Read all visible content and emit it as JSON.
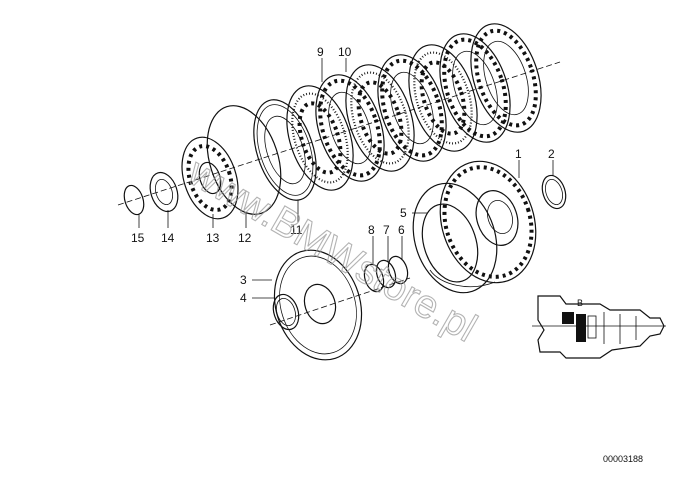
{
  "diagram": {
    "callouts": [
      "1",
      "2",
      "3",
      "4",
      "5",
      "6",
      "7",
      "8",
      "9",
      "10",
      "11",
      "12",
      "13",
      "14",
      "15"
    ],
    "inset_label": "B",
    "reference_number": "00003188",
    "watermark": "www.BMWstore.pl"
  }
}
